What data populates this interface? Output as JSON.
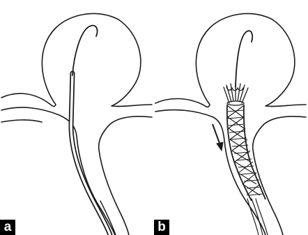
{
  "figure": {
    "panels": [
      {
        "label": "a",
        "content": "catheter"
      },
      {
        "label": "b",
        "content": "stent"
      }
    ]
  },
  "colors": {
    "line": "#1a1a1a",
    "background": "#ffffff",
    "label_bg": "#000000",
    "label_fg": "#ffffff"
  }
}
